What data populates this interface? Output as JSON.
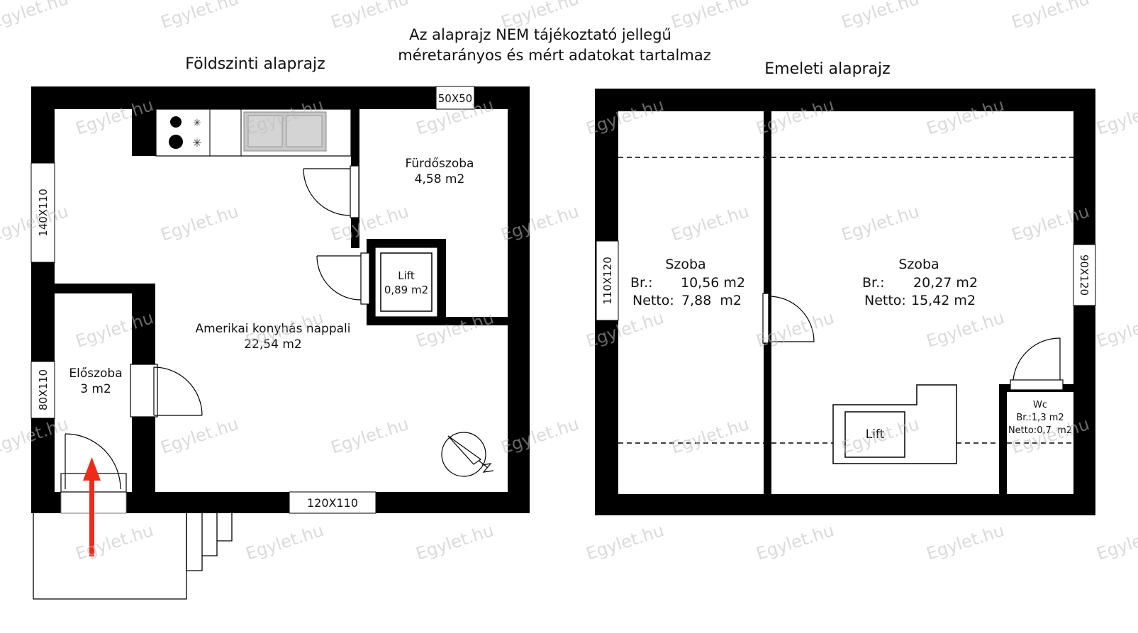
{
  "notice": {
    "line1": "Az alaprajz NEM tájékoztató jellegű",
    "line2": "méretarányos és mért adatokat tartalmaz"
  },
  "ground_floor": {
    "title": "Földszinti alaprajz",
    "window_top": "50X50",
    "window_left_upper": "140X110",
    "window_left_lower": "80X110",
    "window_bottom": "120X110",
    "bathroom": {
      "name": "Fürdőszoba",
      "area": "4,58 m2"
    },
    "lift": {
      "name": "Lift",
      "area": "0,89 m2"
    },
    "living": {
      "name": "Amerikai konyhás nappali",
      "area": "22,54 m2"
    },
    "hall": {
      "name": "Előszoba",
      "area": "3 m2"
    }
  },
  "upper_floor": {
    "title": "Emeleti alaprajz",
    "window_left": "110X120",
    "window_right": "90X120",
    "room_left": {
      "name": "Szoba",
      "gross_label": "Br.:",
      "gross": "10,56 m2",
      "net_label": "Netto:",
      "net": "7,88  m2"
    },
    "room_right": {
      "name": "Szoba",
      "gross_label": "Br.:",
      "gross": "20,27 m2",
      "net_label": "Netto:",
      "net": "15,42 m2"
    },
    "lift": {
      "name": "Lift"
    },
    "wc": {
      "name": "Wc",
      "gross": "Br.:1,3 m2",
      "net": "Netto:0,7  m2"
    }
  },
  "watermark": "Egylet.hu",
  "colors": {
    "wall": "#000000",
    "entrance_arrow": "#ee2a1b",
    "sink": "#c8c8c8",
    "watermark": "#bdbdbd"
  }
}
